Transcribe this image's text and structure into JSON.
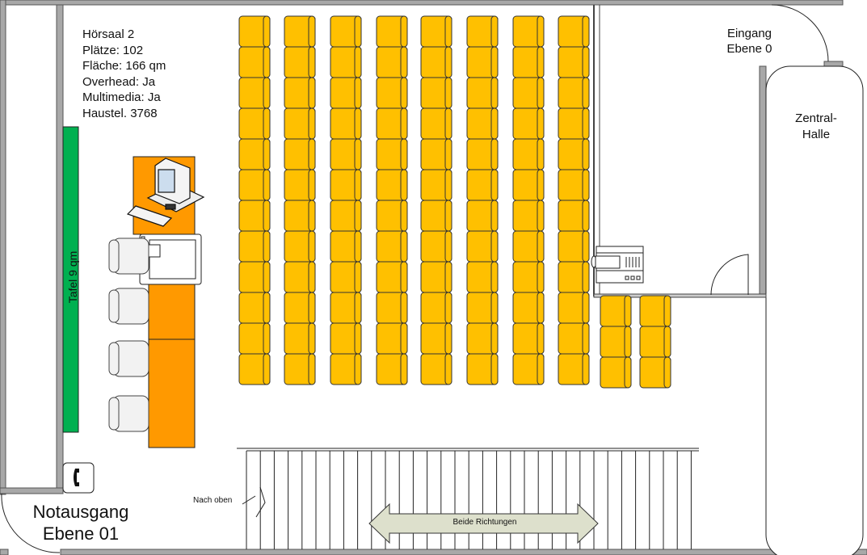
{
  "room": {
    "name": "Hörsaal 2",
    "seats": "Plätze: 102",
    "area": "Fläche: 166 qm",
    "overhead": "Overhead: Ja",
    "multimedia": "Multimedia: Ja",
    "phone": "Haustel. 3768"
  },
  "entrance": {
    "line1": "Eingang",
    "line2": "Ebene 0"
  },
  "hall": {
    "line1": "Zentral-",
    "line2": "Halle"
  },
  "emergency_exit": {
    "line1": "Notausgang",
    "line2": "Ebene 01"
  },
  "board_label": "Tafel 9 qm",
  "stairs": {
    "up_label": "Nach oben",
    "direction_label": "Beide Richtungen"
  },
  "colors": {
    "seat": "#ffc000",
    "desk": "#ff9900",
    "board": "#00b050",
    "wall": "#a0a0a0",
    "arrow": "#dde0cc"
  }
}
